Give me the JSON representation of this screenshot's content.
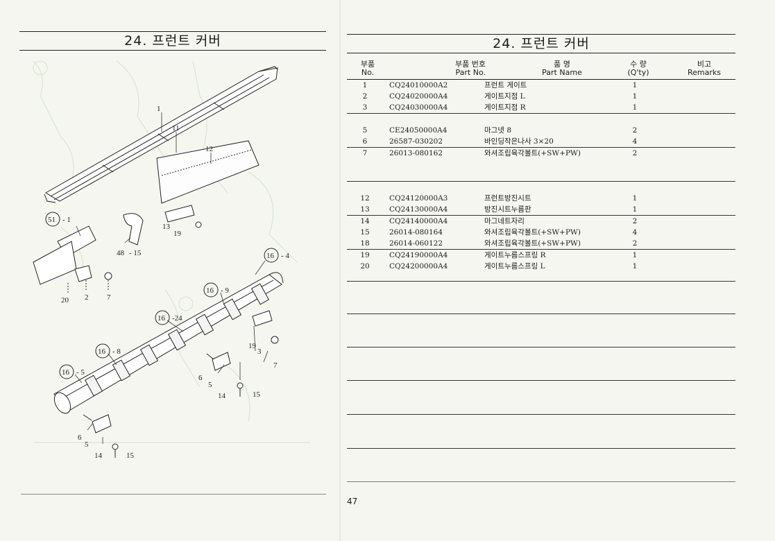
{
  "left_page": {
    "title": "24. 프런트 커버"
  },
  "diagram": {
    "callouts": {
      "c1": "1",
      "c11": "11",
      "c12": "12",
      "c13": "13",
      "c19a": "19",
      "c51": "51",
      "c51_suffix": "- 1",
      "c48": "48",
      "c48_suffix": "- 15",
      "c20": "20",
      "c2": "2",
      "c7a": "7",
      "c16a": "16",
      "c16a_suffix": "- 4",
      "c16b": "16",
      "c16b_suffix": "- 9",
      "c16c": "16",
      "c16c_suffix": "-24",
      "c16d": "16",
      "c16d_suffix": "- 8",
      "c16e": "16",
      "c16e_suffix": "- 5",
      "c19b": "19",
      "c3": "3",
      "c7b": "7",
      "c6a": "6",
      "c5a": "5",
      "c14a": "14",
      "c15a": "15",
      "c6b": "6",
      "c5b": "5",
      "c14b": "14",
      "c15b": "15"
    }
  },
  "right_page": {
    "title": "24. 프런트 커버",
    "page_number": "47"
  },
  "table": {
    "headers": {
      "no_ko": "부품",
      "no_en": "No.",
      "part_ko": "부품   번호",
      "part_en": "Part   No.",
      "name_ko": "품          명",
      "name_en": "Part      Name",
      "qty_ko": "수   량",
      "qty_en": "(Q'ty)",
      "rem_ko": "비고",
      "rem_en": "Remarks"
    },
    "group1": [
      {
        "no": "1",
        "part": "CQ24010000A2",
        "name": "프런트 게이트",
        "qty": "1"
      },
      {
        "no": "2",
        "part": "CQ24020000A4",
        "name": "게이트지점 L",
        "qty": "1"
      },
      {
        "no": "3",
        "part": "CQ24030000A4",
        "name": "게이트지점 R",
        "qty": "1"
      }
    ],
    "group2": [
      {
        "no": "5",
        "part": "CE24050000A4",
        "name": "마그넷 8",
        "qty": "2"
      },
      {
        "no": "6",
        "part": "26587-030202",
        "name": "바인딩작은나사 3×20",
        "qty": "4"
      },
      {
        "no": "7",
        "part": "26013-080162",
        "name": "와셔조립육각볼트(+SW+PW)",
        "qty": "2"
      }
    ],
    "group3": [
      {
        "no": "12",
        "part": "CQ24120000A3",
        "name": "프런트방진시트",
        "qty": "1"
      },
      {
        "no": "13",
        "part": "CQ24130000A4",
        "name": "방진시트누름판",
        "qty": "1"
      },
      {
        "no": "14",
        "part": "CQ24140000A4",
        "name": "마그네트자리",
        "qty": "2"
      },
      {
        "no": "15",
        "part": "26014-080164",
        "name": "와셔조립육각볼트(+SW+PW)",
        "qty": "4"
      },
      {
        "no": "18",
        "part": "26014-060122",
        "name": "와셔조립육각볼트(+SW+PW)",
        "qty": "2"
      },
      {
        "no": "19",
        "part": "CQ24190000A4",
        "name": "게이트누름스프링 R",
        "qty": "1"
      },
      {
        "no": "20",
        "part": "CQ24200000A4",
        "name": "게이트누름스프링 L",
        "qty": "1"
      }
    ]
  }
}
